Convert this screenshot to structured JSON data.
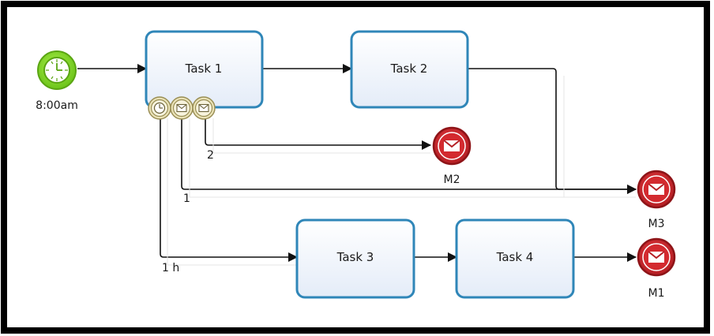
{
  "diagram": {
    "start_event": {
      "label": "8:00am",
      "icon": "clock-icon",
      "color": "#7ed321"
    },
    "tasks": [
      {
        "id": "task1",
        "label": "Task 1"
      },
      {
        "id": "task2",
        "label": "Task 2"
      },
      {
        "id": "task3",
        "label": "Task 3"
      },
      {
        "id": "task4",
        "label": "Task 4"
      }
    ],
    "boundary_events": [
      {
        "id": "timer",
        "icon": "clock-icon"
      },
      {
        "id": "msg1",
        "icon": "envelope-icon"
      },
      {
        "id": "msg2",
        "icon": "envelope-icon"
      }
    ],
    "end_events": [
      {
        "id": "m2",
        "label": "M2",
        "icon": "envelope-icon"
      },
      {
        "id": "m3",
        "label": "M3",
        "icon": "envelope-icon"
      },
      {
        "id": "m1",
        "label": "M1",
        "icon": "envelope-icon"
      }
    ],
    "flow_labels": {
      "msg2_flow": "2",
      "msg1_flow": "1",
      "timer_flow": "1 h"
    },
    "colors": {
      "task_fill": "#eef3fb",
      "task_border": "#2f86b8",
      "end_fill": "#c0262b",
      "boundary_fill": "#ebe3b8"
    }
  }
}
